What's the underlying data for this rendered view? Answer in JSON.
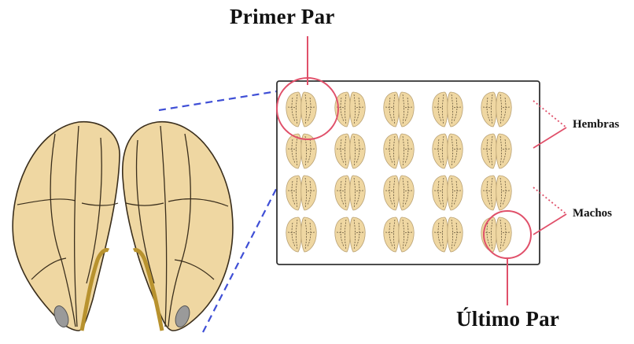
{
  "labels": {
    "first_pair": "Primer Par",
    "last_pair": "Último Par",
    "females": "Hembras",
    "males": "Machos"
  },
  "grid": {
    "rows": 4,
    "columns": 5,
    "row_groups": [
      {
        "label_key": "females",
        "rows": [
          1,
          2
        ]
      },
      {
        "label_key": "males",
        "rows": [
          3,
          4
        ]
      }
    ]
  },
  "colors": {
    "wing_fill": "#efd7a2",
    "wing_vein": "#3a2e1c",
    "wing_base": "#b8922e",
    "highlight_circle": "#e0506a",
    "zoom_line": "#3f4fd6",
    "frame": "#333333",
    "label_text": "#111111"
  },
  "icons": {
    "big_wing_left": "insect-wing-icon",
    "big_wing_right": "insect-wing-icon",
    "small_wing": "insect-wing-pair-icon"
  }
}
